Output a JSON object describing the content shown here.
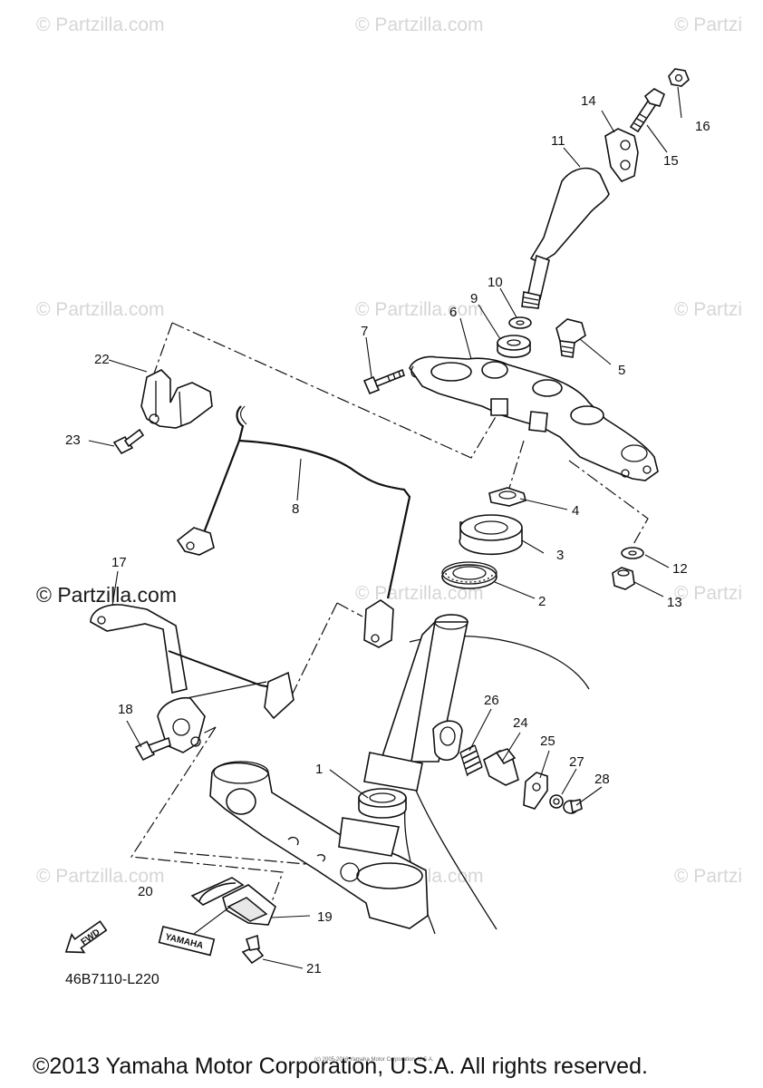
{
  "watermark": {
    "text": "© Partzilla.com",
    "partial_right": "© Partzi"
  },
  "callouts": {
    "p1": "1",
    "p2": "2",
    "p3": "3",
    "p4": "4",
    "p5": "5",
    "p6": "6",
    "p7": "7",
    "p8": "8",
    "p9": "9",
    "p10": "10",
    "p11": "11",
    "p12": "12",
    "p13": "13",
    "p14": "14",
    "p15": "15",
    "p16": "16",
    "p17": "17",
    "p18": "18",
    "p19": "19",
    "p20": "20",
    "p21": "21",
    "p22": "22",
    "p23": "23",
    "p24": "24",
    "p25": "25",
    "p26": "26",
    "p27": "27",
    "p28": "28"
  },
  "badges": {
    "fwd": "FWD",
    "brand": "YAMAHA"
  },
  "diagram_code": "46B7110-L220",
  "fine_print": "(c) 2005-2016 Yamaha Motor Corporation, U.S.A.",
  "copyright": "©2013 Yamaha Motor Corporation, U.S.A. All rights reserved."
}
